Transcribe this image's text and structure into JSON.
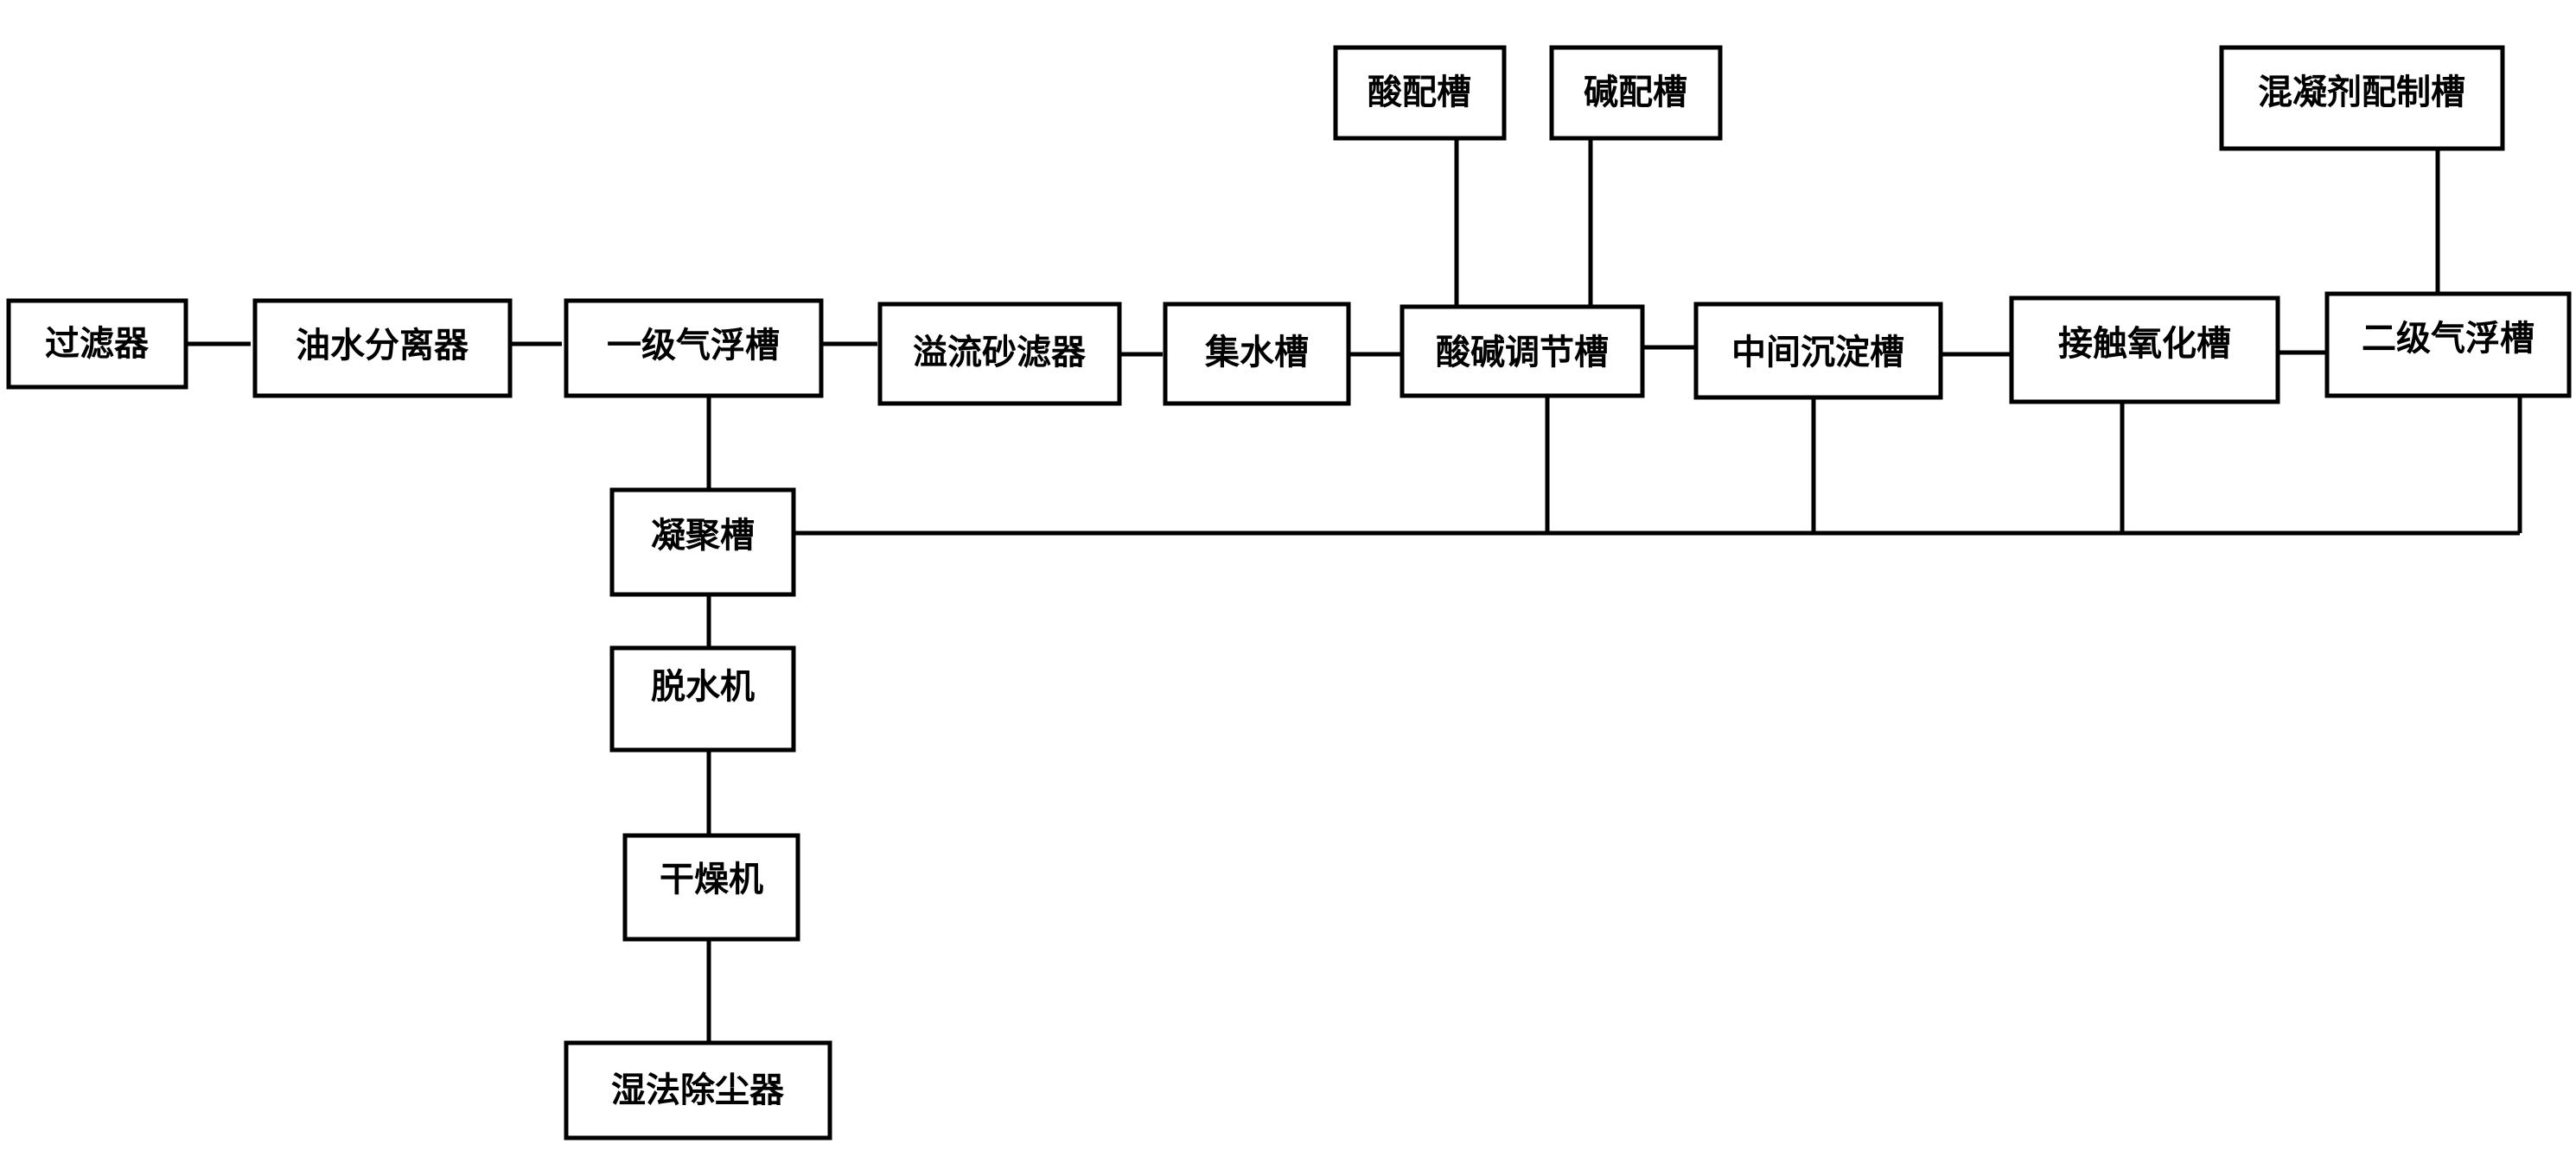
{
  "nodes": {
    "filter": "过滤器",
    "oil_water_separator": "油水分离器",
    "primary_flotation_tank": "一级气浮槽",
    "overflow_sand_filter": "溢流砂滤器",
    "water_collection_tank": "集水槽",
    "acid_base_adjustment_tank": "酸碱调节槽",
    "intermediate_settling_tank": "中间沉淀槽",
    "contact_oxidation_tank": "接触氧化槽",
    "secondary_flotation_tank": "二级气浮槽",
    "acid_preparation_tank": "酸配槽",
    "base_preparation_tank": "碱配槽",
    "coagulant_preparation_tank": "混凝剂配制槽",
    "coagulation_tank": "凝聚槽",
    "dewatering_machine": "脱水机",
    "dryer": "干燥机",
    "wet_dust_collector": "湿法除尘器"
  },
  "colors": {
    "line": "#000000",
    "box_fill": "#ffffff",
    "text": "#000000"
  }
}
